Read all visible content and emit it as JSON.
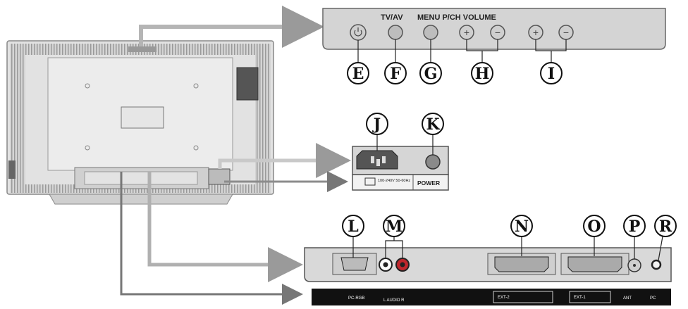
{
  "panel_labels": {
    "tvav": "TV/AV",
    "menu_pch_volume": "MENU P/CH VOLUME"
  },
  "power_block": {
    "rating": "100-240V 50-60Hz",
    "power": "POWER"
  },
  "callouts": [
    {
      "letter": "E"
    },
    {
      "letter": "F"
    },
    {
      "letter": "G"
    },
    {
      "letter": "H"
    },
    {
      "letter": "I"
    },
    {
      "letter": "J"
    },
    {
      "letter": "K"
    },
    {
      "letter": "L"
    },
    {
      "letter": "M"
    },
    {
      "letter": "N"
    },
    {
      "letter": "O"
    },
    {
      "letter": "P"
    },
    {
      "letter": "R"
    }
  ],
  "bottom_strip": {
    "label1": "PC-RGB",
    "label2": "L AUDIO R",
    "label3": "EXT-2",
    "label4": "EXT-1",
    "label5": "ANT",
    "label6": "PC"
  },
  "colors": {
    "tv_body": "#d9d9d9",
    "panel": "#cfcfcf",
    "arrow": "#a8a8a8",
    "strip": "#111111",
    "red_jack": "#c0272d"
  }
}
